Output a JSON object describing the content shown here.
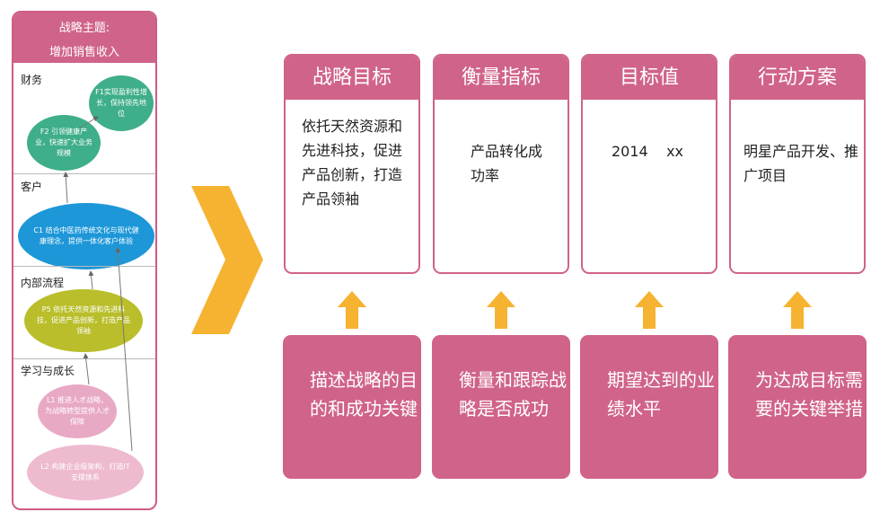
{
  "strategy_map": {
    "title_line1": "战略主题:",
    "title_line2": "增加销售收入",
    "sections": [
      {
        "label": "财务",
        "items": [
          {
            "id": "F1",
            "text": "F1实现盈利性增长，保持领先地位"
          },
          {
            "id": "F2",
            "text": "F2 引领健康产业，快速扩大业务规模"
          }
        ]
      },
      {
        "label": "客户",
        "items": [
          {
            "id": "C1",
            "text": "C1 结合中医药传统文化与现代健康理念，提供一体化客户体验"
          }
        ]
      },
      {
        "label": "内部流程",
        "items": [
          {
            "id": "P5",
            "text": "P5  依托天然资源和先进科技，促进产品创新，打造产品领袖"
          }
        ]
      },
      {
        "label": "学习与成长",
        "items": [
          {
            "id": "L1",
            "text": "L1 推进人才战略，为战略转型提供人才保障"
          },
          {
            "id": "L2",
            "text": "L2 构建企业级架构，打造IT支撑体系"
          }
        ]
      }
    ]
  },
  "columns": [
    {
      "header": "战略目标",
      "content": "依托天然资源和先进科技，促进产品创新，打造产品领袖",
      "description": "描述战略的目的和成功关键"
    },
    {
      "header": "衡量指标",
      "content": "产品转化成功率",
      "description": "衡量和跟踪战略是否成功"
    },
    {
      "header": "目标值",
      "content": "2014    xx",
      "description": "期望达到的业绩水平"
    },
    {
      "header": "行动方案",
      "content": "明星产品开发、推广项目",
      "description": "为达成目标需要的关键举措"
    }
  ],
  "colors": {
    "accent": "#d0638a",
    "arrow": "#f5b331"
  }
}
